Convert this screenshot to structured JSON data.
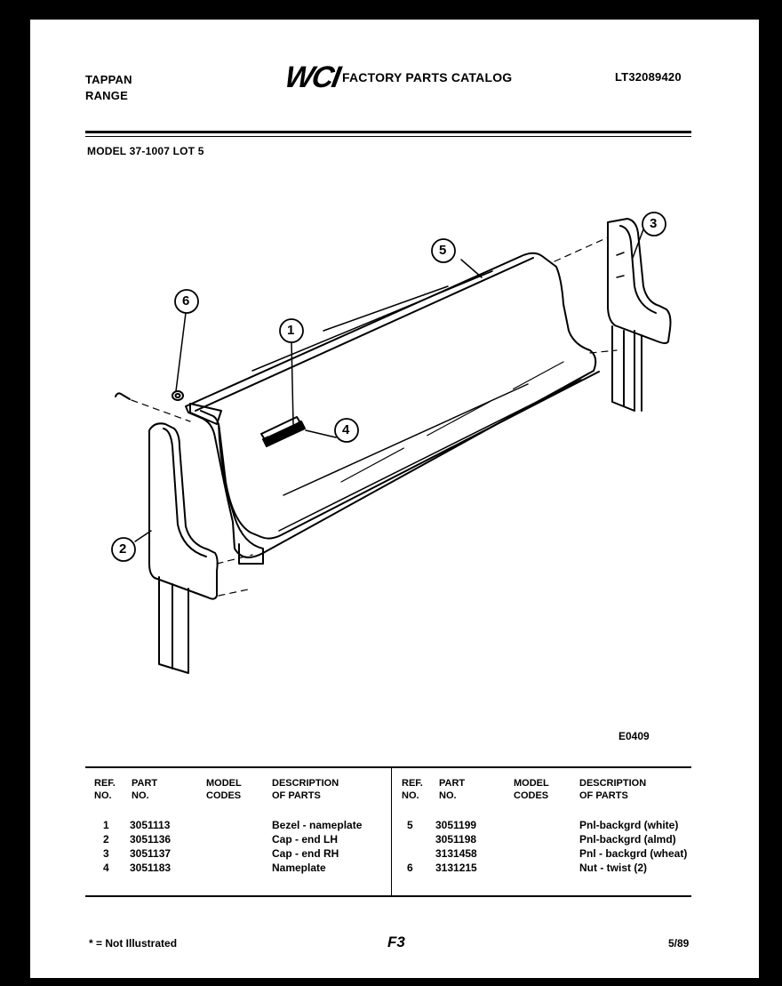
{
  "header": {
    "brand_line1": "TAPPAN",
    "brand_line2": "RANGE",
    "logo": "WCI",
    "catalog_title": "FACTORY PARTS CATALOG",
    "catalog_number": "LT32089420",
    "model_line": "MODEL 37-1007 LOT 5"
  },
  "diagram": {
    "code": "E0409",
    "callouts": [
      "1",
      "2",
      "3",
      "4",
      "5",
      "6"
    ]
  },
  "table": {
    "headers": {
      "ref_no": [
        "REF.",
        "NO."
      ],
      "part_no": [
        "PART",
        "NO."
      ],
      "model_codes": [
        "MODEL",
        "CODES"
      ],
      "description": [
        "DESCRIPTION",
        "OF PARTS"
      ]
    },
    "left_rows": [
      {
        "ref": "1",
        "part": "3051113",
        "codes": "",
        "desc": "Bezel - nameplate"
      },
      {
        "ref": "2",
        "part": "3051136",
        "codes": "",
        "desc": "Cap - end LH"
      },
      {
        "ref": "3",
        "part": "3051137",
        "codes": "",
        "desc": "Cap - end RH"
      },
      {
        "ref": "4",
        "part": "3051183",
        "codes": "",
        "desc": "Nameplate"
      }
    ],
    "right_rows": [
      {
        "ref": "5",
        "part": "3051199",
        "codes": "",
        "desc": "Pnl-backgrd (white)"
      },
      {
        "ref": "",
        "part": "3051198",
        "codes": "",
        "desc": "Pnl-backgrd (almd)"
      },
      {
        "ref": "",
        "part": "3131458",
        "codes": "",
        "desc": "Pnl - backgrd (wheat)"
      },
      {
        "ref": "6",
        "part": "3131215",
        "codes": "",
        "desc": "Nut - twist (2)"
      }
    ]
  },
  "footer": {
    "note": "* = Not Illustrated",
    "page": "F3",
    "date": "5/89"
  }
}
